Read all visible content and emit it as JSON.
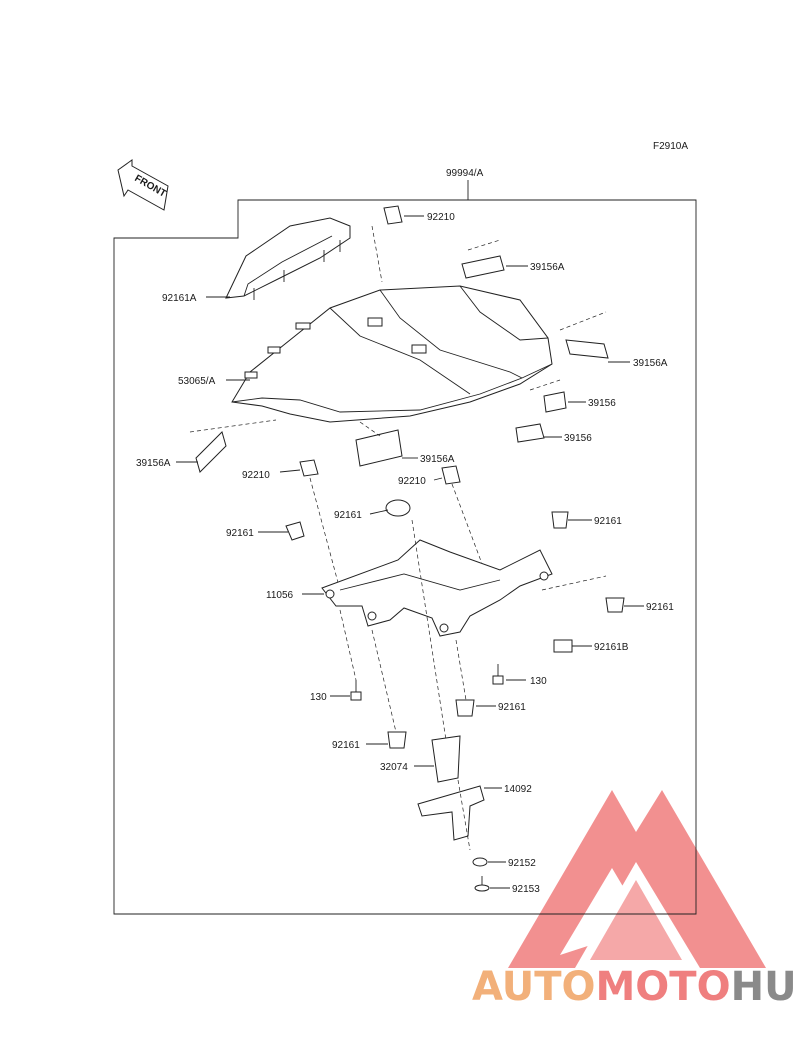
{
  "figure_code": "F2910A",
  "front_label": "FRONT",
  "parts": {
    "p99994A": "99994/A",
    "p92210_top": "92210",
    "p39156A_top": "39156A",
    "p92161A": "92161A",
    "p39156A_right": "39156A",
    "p53065A": "53065/A",
    "p39156_a": "39156",
    "p39156_b": "39156",
    "p39156A_left": "39156A",
    "p92210_left": "92210",
    "p39156A_center": "39156A",
    "p92210_center": "92210",
    "p92161_center": "92161",
    "p92161_right_top": "92161",
    "p92161_left": "92161",
    "p11056": "11056",
    "p92161_right": "92161",
    "p92161B": "92161B",
    "p130_right": "130",
    "p130_left": "130",
    "p92161_mid": "92161",
    "p92161_low": "92161",
    "p32074": "32074",
    "p14092": "14092",
    "p92152": "92152",
    "p92153": "92153"
  },
  "watermark": {
    "part1": "AUTO",
    "part2": "MOTO",
    "part3": "HUB",
    "color_light": "#f2b07a",
    "color_red": "#ef7f7f",
    "color_dark": "#8a8a8a"
  }
}
